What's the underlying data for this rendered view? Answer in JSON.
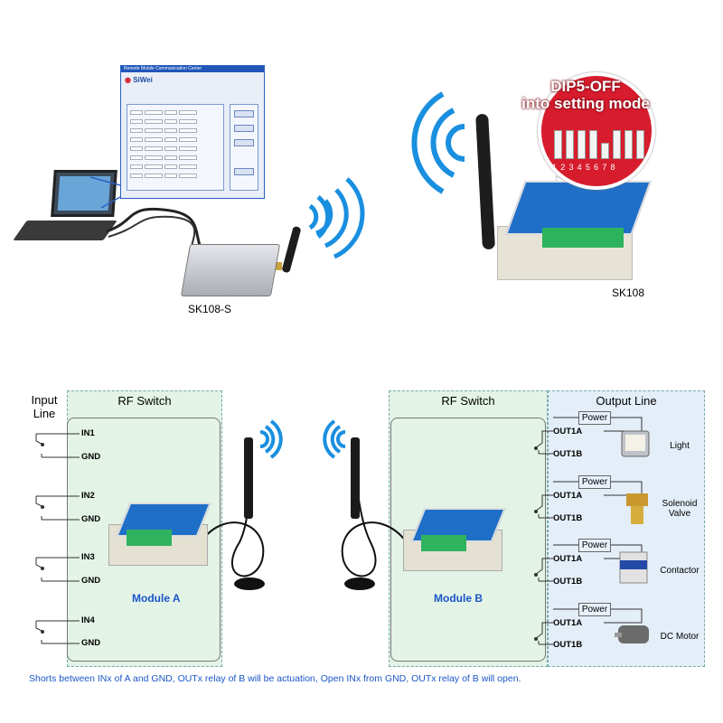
{
  "top_left": {
    "device_label": "SK108-S",
    "software_window": {
      "brand": "SiWei",
      "title_bar": "Remote Mobile Communication Center"
    }
  },
  "top_right": {
    "device_label": "SK108",
    "dip_title_line1": "DIP5-OFF",
    "dip_title_line2": "into setting mode",
    "dip_numbers": [
      "1",
      "2",
      "3",
      "4",
      "5",
      "6",
      "7",
      "8"
    ]
  },
  "diagram": {
    "input_header": "Input Line",
    "rf_switch_left": "RF Switch",
    "rf_switch_right": "RF Switch",
    "output_header": "Output Line",
    "inputs": [
      {
        "in": "IN1",
        "gnd": "GND"
      },
      {
        "in": "IN2",
        "gnd": "GND"
      },
      {
        "in": "IN3",
        "gnd": "GND"
      },
      {
        "in": "IN4",
        "gnd": "GND"
      }
    ],
    "outputs": [
      {
        "power": "Power",
        "a": "OUT1A",
        "b": "OUT1B",
        "device": "Light"
      },
      {
        "power": "Power",
        "a": "OUT1A",
        "b": "OUT1B",
        "device": "Solenoid Valve"
      },
      {
        "power": "Power",
        "a": "OUT1A",
        "b": "OUT1B",
        "device": "Contactor"
      },
      {
        "power": "Power",
        "a": "OUT1A",
        "b": "OUT1B",
        "device": "DC Motor"
      }
    ],
    "module_a": "Module  A",
    "module_b": "Module  B",
    "footer": "Shorts between INx of A and GND, OUTx relay of B will be actuation, Open INx from GND, OUTx relay of B will open."
  },
  "colors": {
    "signal_blue": "#1a8fe0",
    "module_label_blue": "#1a56c8",
    "dip_red": "#d71c2d",
    "panel_green": "#e3f3e6",
    "panel_blue": "#e4eef8",
    "terminal_green": "#2db35d"
  }
}
